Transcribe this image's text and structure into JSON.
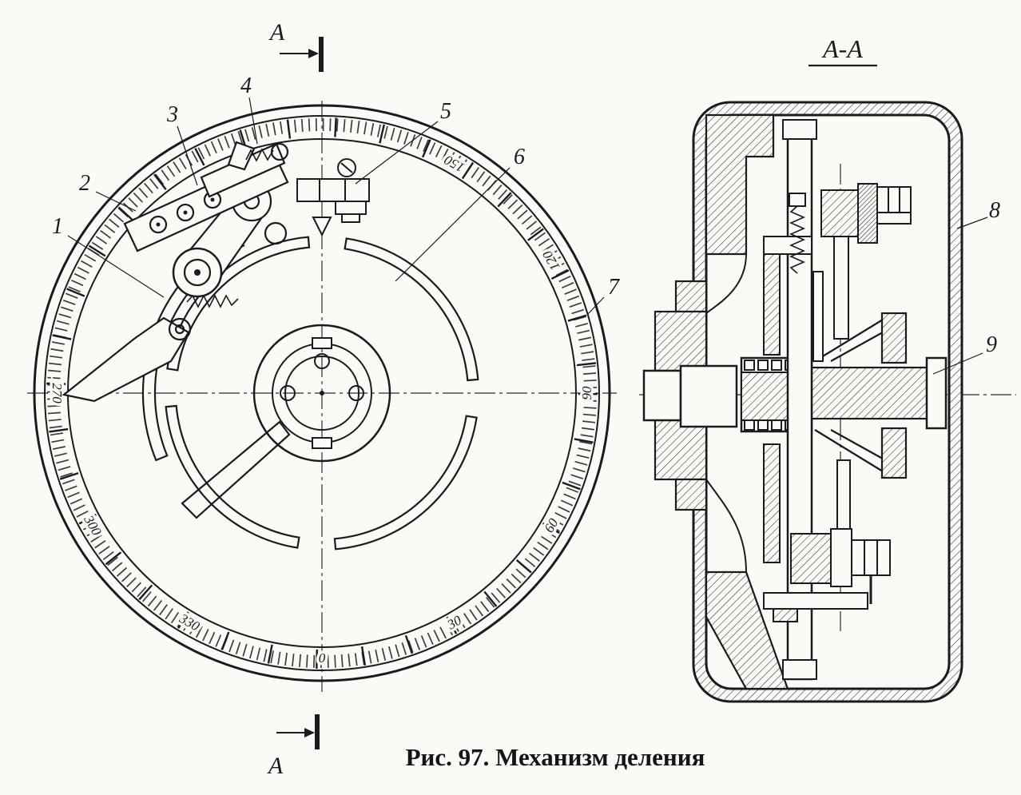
{
  "figure": {
    "caption": "Рис. 97. Механизм деления",
    "section_title": "А-А",
    "section_marker": "А"
  },
  "callouts": [
    "1",
    "2",
    "3",
    "4",
    "5",
    "6",
    "7",
    "8",
    "9"
  ],
  "dial_labels": [
    "150",
    "120",
    "90",
    "60",
    "30",
    "0",
    "330",
    "300",
    "270"
  ],
  "colors": {
    "ink": "#1b1b1b",
    "paper": "#fbfaf6"
  }
}
